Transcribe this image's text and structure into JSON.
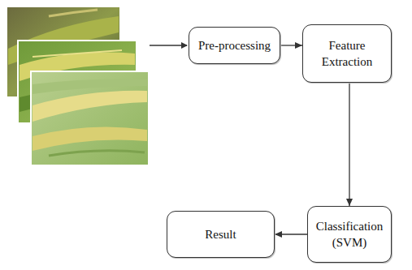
{
  "diagram": {
    "nodes": [
      {
        "text": [
          "Pre-processing"
        ]
      },
      {
        "text": [
          "Feature Extraction"
        ]
      },
      {
        "text": [
          "Classification (SVM)"
        ]
      },
      {
        "text": [
          "Result"
        ]
      }
    ],
    "edges": [
      {
        "from": 0,
        "to": 1,
        "arrow": "to"
      },
      {
        "from": 1,
        "to": 2,
        "arrow": "to"
      },
      {
        "from": 2,
        "to": 3,
        "arrow": "to"
      }
    ]
  }
}
